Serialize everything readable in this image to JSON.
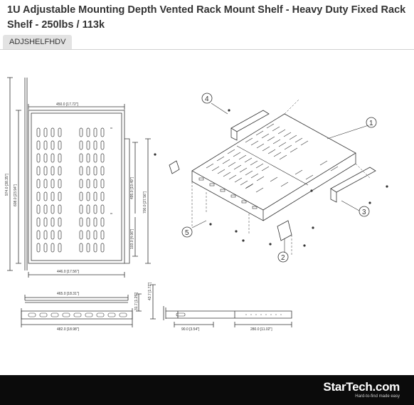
{
  "product": {
    "title": "1U Adjustable Mounting Depth Vented Rack Mount Shelf - Heavy Duty Fixed Rack Shelf - 250lbs / 113k",
    "sku": "ADJSHELFHDV"
  },
  "drawing": {
    "dims": {
      "top_width": "450.0 [17.72\"]",
      "height_total": "974.0 [38.35\"]",
      "height_inner": "608.0 [23.94\"]",
      "depth_495": "495.0 [19.49\"]",
      "depth_700": "700.0 [27.56\"]",
      "depth_103": "103.0 [4.06\"]",
      "bottom_width": "446.0 [17.56\"]",
      "front_465": "465.0 [18.31\"]",
      "front_482": "482.0 [18.98\"]",
      "side_31": "31.7 [1.25\"]",
      "side_43": "43.7 [1.72\"]",
      "side_90": "90.0 [3.54\"]",
      "side_280": "280.0 [11.02\"]"
    },
    "callouts": [
      "1",
      "2",
      "3",
      "4",
      "5"
    ]
  },
  "footer": {
    "brand": "StarTech.com",
    "tagline": "Hard-to-find made easy"
  },
  "colors": {
    "line": "#333333",
    "footer_bg": "#0b0b0b"
  }
}
